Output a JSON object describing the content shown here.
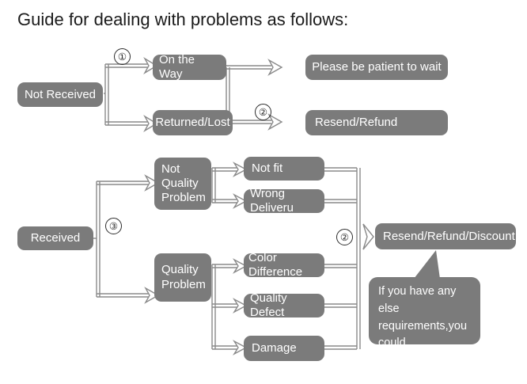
{
  "page": {
    "title": "Guide for dealing with problems as follows:",
    "bg_color": "#ffffff",
    "node_fill": "#7b7b7b",
    "node_text_color": "#ffffff",
    "line_color": "#8a8a8a",
    "title_color": "#1b1b1b"
  },
  "markers": {
    "one": "①",
    "two": "②",
    "two_b": "②",
    "three": "③"
  },
  "nodes": {
    "not_received": "Not Received",
    "on_the_way": "On the Way",
    "returned_lost": "Returned/Lost",
    "please_wait": "Please be patient to wait",
    "resend_refund": "Resend/Refund",
    "received": "Received",
    "not_quality_problem": "Not\nQuality\nProblem",
    "quality_problem": "Quality\nProblem",
    "not_fit": "Not fit",
    "wrong_delivery": "Wrong Deliveru",
    "color_difference": "Color Difference",
    "quality_defect": "Quality Defect",
    "damage": "Damage",
    "resend_refund_discount": "Resend/Refund/Discount"
  },
  "callout": {
    "text": "If you have any else\nrequirements,you could\nalso tell us!"
  }
}
